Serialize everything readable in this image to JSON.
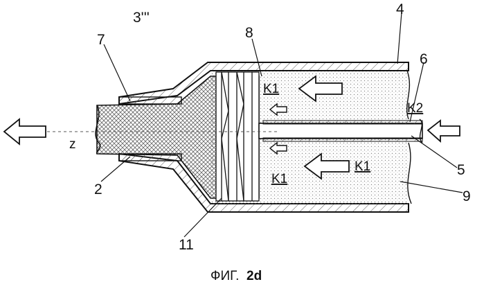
{
  "figure": {
    "view_label": "3'''",
    "axis_label": "z",
    "caption_prefix": "ФИГ.",
    "caption_number": "2d"
  },
  "reference_numerals": {
    "n2": "2",
    "n4": "4",
    "n5": "5",
    "n6": "6",
    "n7": "7",
    "n8": "8",
    "n9": "9",
    "n11": "11"
  },
  "region_labels": {
    "k1_top": "K1",
    "k1_bottom_right": "K1",
    "k1_bottom_left": "K1",
    "k2": "K2"
  },
  "colors": {
    "ink": "#111111",
    "background": "#ffffff",
    "hatch": "#444444"
  }
}
